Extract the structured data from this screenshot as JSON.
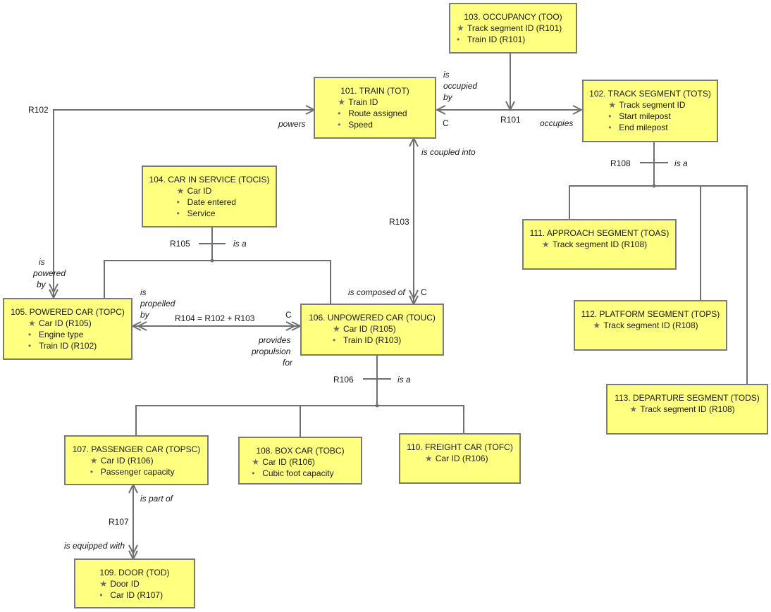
{
  "classes": [
    {
      "id": "c101",
      "title": "101. TRAIN (TOT)",
      "attributes": [
        {
          "id": true,
          "text": "Train ID"
        },
        {
          "id": false,
          "text": "Route assigned"
        },
        {
          "id": false,
          "text": "Speed"
        }
      ]
    },
    {
      "id": "c102",
      "title": "102. TRACK SEGMENT (TOTS)",
      "attributes": [
        {
          "id": true,
          "text": "Track segment ID"
        },
        {
          "id": false,
          "text": "Start milepost"
        },
        {
          "id": false,
          "text": "End milepost"
        }
      ]
    },
    {
      "id": "c103",
      "title": "103. OCCUPANCY (TOO)",
      "attributes": [
        {
          "id": true,
          "text": "Track segment ID (R101)"
        },
        {
          "id": false,
          "text": "Train ID (R101)"
        }
      ]
    },
    {
      "id": "c104",
      "title": "104. CAR IN SERVICE (TOCIS)",
      "attributes": [
        {
          "id": true,
          "text": "Car ID"
        },
        {
          "id": false,
          "text": "Date entered"
        },
        {
          "id": false,
          "text": "Service"
        }
      ]
    },
    {
      "id": "c105",
      "title": "105. POWERED CAR (TOPC)",
      "attributes": [
        {
          "id": true,
          "text": "Car ID (R105)"
        },
        {
          "id": false,
          "text": "Engine type"
        },
        {
          "id": false,
          "text": "Train ID (R102)"
        }
      ]
    },
    {
      "id": "c106",
      "title": "106. UNPOWERED CAR (TOUC)",
      "attributes": [
        {
          "id": true,
          "text": "Car ID (R105)"
        },
        {
          "id": false,
          "text": "Train ID (R103)"
        }
      ]
    },
    {
      "id": "c107",
      "title": "107. PASSENGER CAR (TOPSC)",
      "attributes": [
        {
          "id": true,
          "text": "Car ID (R106)"
        },
        {
          "id": false,
          "text": "Passenger capacity"
        }
      ]
    },
    {
      "id": "c108",
      "title": "108. BOX CAR (TOBC)",
      "attributes": [
        {
          "id": true,
          "text": "Car ID (R106)"
        },
        {
          "id": false,
          "text": "Cubic foot capacity"
        }
      ]
    },
    {
      "id": "c109",
      "title": "109. DOOR (TOD)",
      "attributes": [
        {
          "id": true,
          "text": "Door ID"
        },
        {
          "id": false,
          "text": "Car ID (R107)"
        }
      ]
    },
    {
      "id": "c110",
      "title": "110. FREIGHT CAR (TOFC)",
      "attributes": [
        {
          "id": true,
          "text": "Car ID (R106)"
        }
      ]
    },
    {
      "id": "c111",
      "title": "111. APPROACH SEGMENT (TOAS)",
      "attributes": [
        {
          "id": true,
          "text": "Track segment ID (R108)"
        }
      ]
    },
    {
      "id": "c112",
      "title": "112. PLATFORM SEGMENT (TOPS)",
      "attributes": [
        {
          "id": true,
          "text": "Track segment ID (R108)"
        }
      ]
    },
    {
      "id": "c113",
      "title": "113. DEPARTURE SEGMENT (TODS)",
      "attributes": [
        {
          "id": true,
          "text": "Track segment ID (R108)"
        }
      ]
    }
  ],
  "relationships": {
    "R101": {
      "name": "R101",
      "phrase_a": [
        "is",
        "occupied",
        "by"
      ],
      "phrase_b": "occupies",
      "cond": "C"
    },
    "R102": {
      "name": "R102",
      "phrase_a": "powers",
      "phrase_b": [
        "is",
        "powered",
        "by"
      ]
    },
    "R103": {
      "name": "R103",
      "phrase_a": "is coupled into",
      "phrase_b": "is composed of",
      "cond": "C"
    },
    "R104": {
      "name": "R104 = R102 + R103",
      "phrase_a": [
        "is",
        "propelled",
        "by"
      ],
      "phrase_b": [
        "provides",
        "propulsion",
        "for"
      ],
      "cond": "C"
    },
    "R105": {
      "name": "R105",
      "phrase": "is a"
    },
    "R106": {
      "name": "R106",
      "phrase": "is a"
    },
    "R107": {
      "name": "R107",
      "phrase_a": "is part of",
      "phrase_b": "is equipped with"
    },
    "R108": {
      "name": "R108",
      "phrase": "is a"
    }
  },
  "symbols": {
    "identifier": "★",
    "attribute": "•"
  }
}
